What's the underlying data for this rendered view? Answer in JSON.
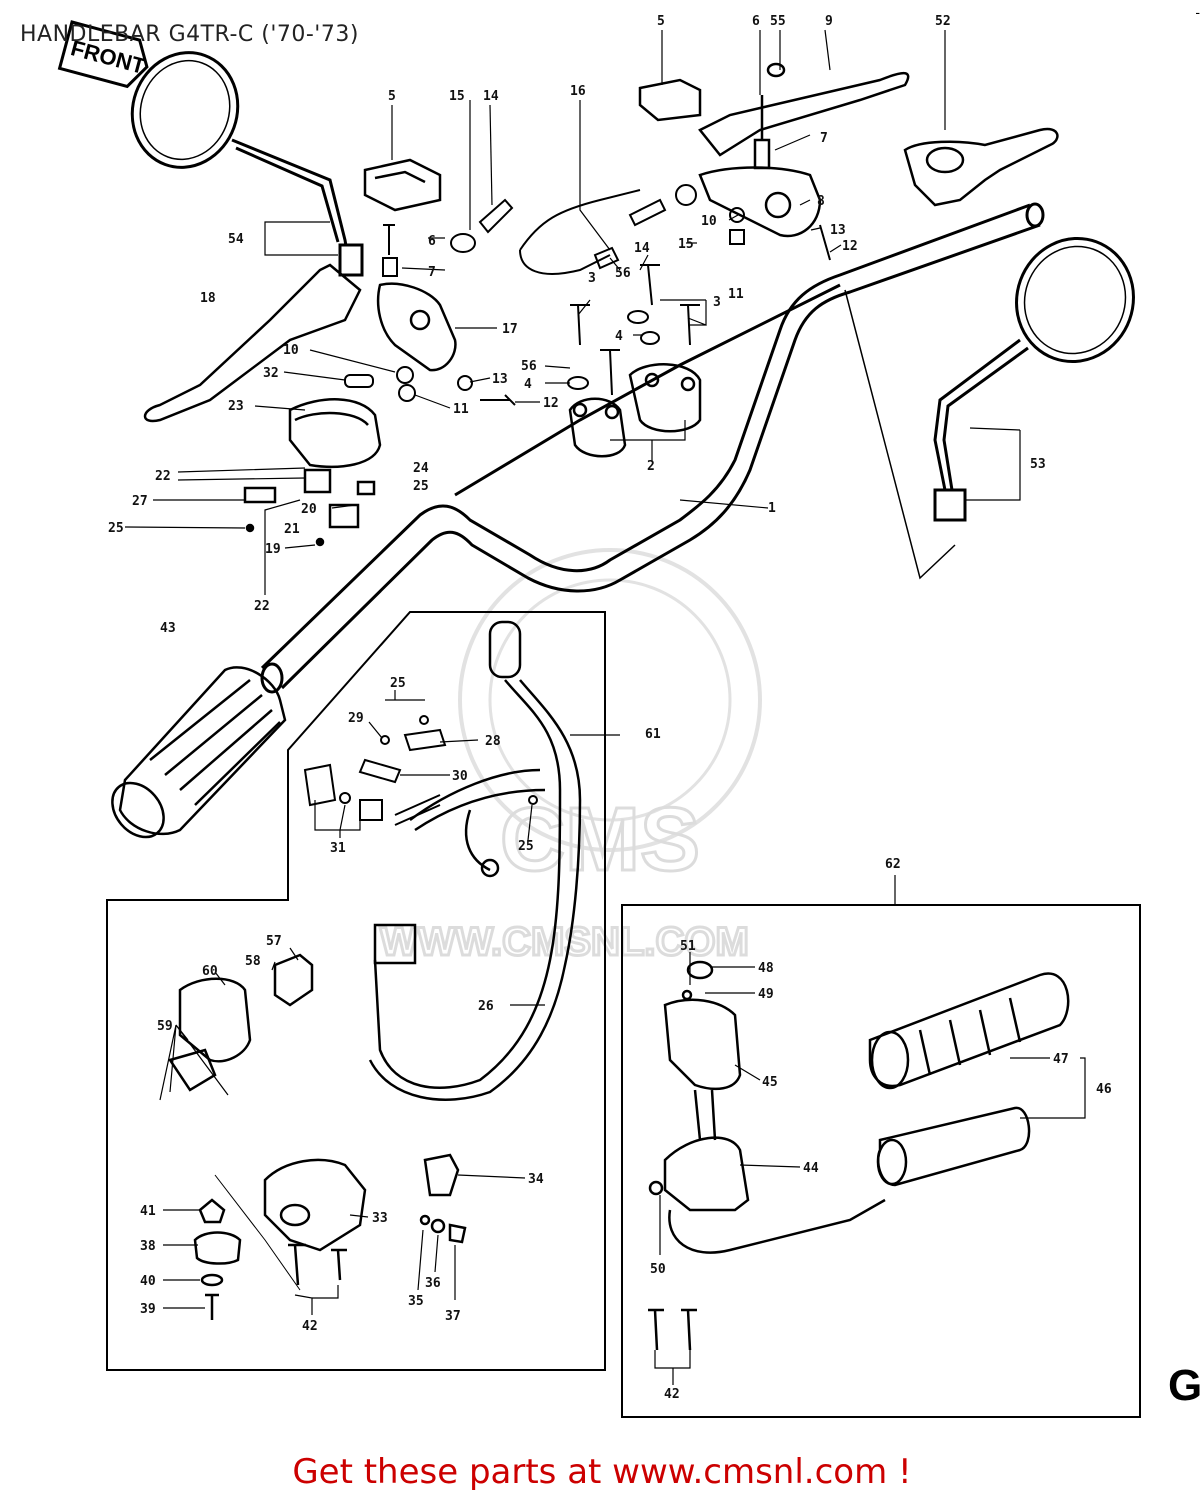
{
  "title": "HANDLEBAR G4TR-C ('70-'73)",
  "footer": "Get these parts at www.cmsnl.com !",
  "front_tag": "FRONT",
  "section_letter": "G",
  "watermark": {
    "brand": "CMS",
    "url": "WWW.CMSNL.COM"
  },
  "colors": {
    "footer_text": "#cc0000",
    "line_art": "#000000",
    "watermark": "#dcdcdc"
  },
  "callouts": [
    "1",
    "2",
    "3",
    "3",
    "4",
    "4",
    "5",
    "5",
    "6",
    "6",
    "7",
    "7",
    "8",
    "9",
    "10",
    "10",
    "11",
    "11",
    "12",
    "12",
    "13",
    "13",
    "14",
    "14",
    "15",
    "15",
    "16",
    "17",
    "18",
    "19",
    "20",
    "21",
    "22",
    "22",
    "23",
    "24",
    "25",
    "25",
    "25",
    "25",
    "26",
    "27",
    "28",
    "29",
    "30",
    "31",
    "32",
    "33",
    "34",
    "35",
    "36",
    "37",
    "38",
    "39",
    "40",
    "41",
    "42",
    "42",
    "43",
    "44",
    "45",
    "46",
    "47",
    "48",
    "49",
    "50",
    "51",
    "52",
    "53",
    "54",
    "55",
    "56",
    "56",
    "57",
    "58",
    "59",
    "60",
    "61",
    "62"
  ]
}
